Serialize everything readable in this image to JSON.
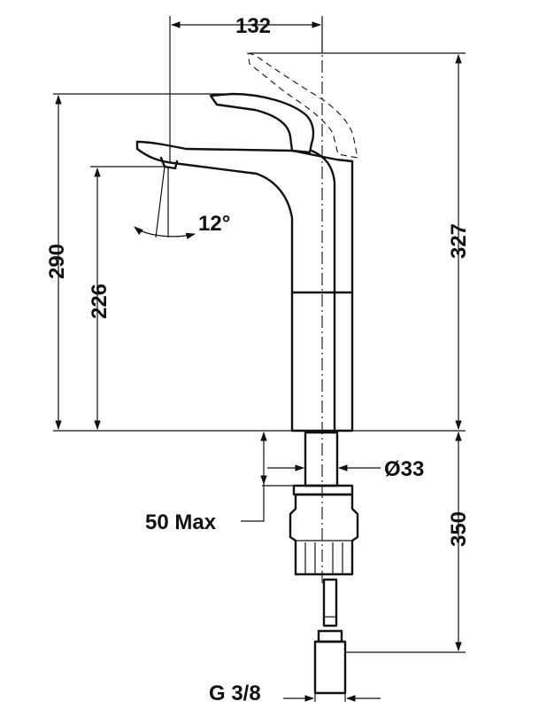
{
  "dimensions": {
    "top_width": "132",
    "left_height": "290",
    "spout_height": "226",
    "total_height": "327",
    "angle": "12°",
    "shank_diameter": "Ø33",
    "max_thickness": "50 Max",
    "shank_length": "350",
    "connection": "G 3/8"
  },
  "colors": {
    "line": "#111111",
    "background": "#ffffff"
  }
}
